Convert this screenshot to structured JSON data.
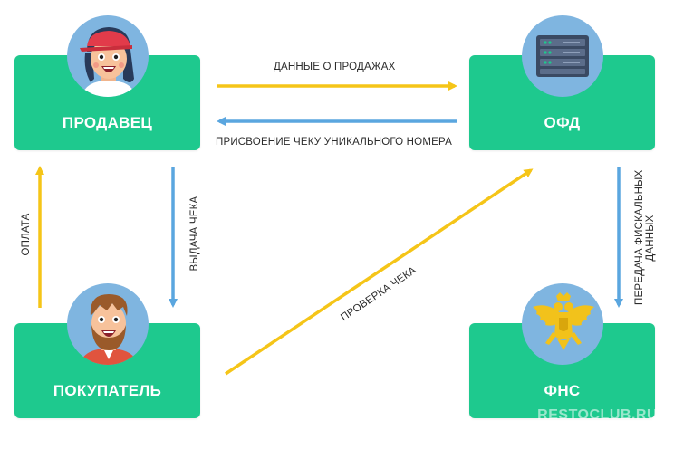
{
  "nodes": {
    "seller": "ПРОДАВЕЦ",
    "ofd": "ОФД",
    "buyer": "ПОКУПАТЕЛЬ",
    "fns": "ФНС"
  },
  "arrows": {
    "sales_data": "ДАННЫЕ О ПРОДАЖАХ",
    "assign_number": "ПРИСВОЕНИЕ ЧЕКУ УНИКАЛЬНОГО НОМЕРА",
    "payment": "ОПЛАТА",
    "receipt_issue": "ВЫДАЧА ЧЕКА",
    "receipt_check": "ПРОВЕРКА ЧЕКА",
    "fiscal_transfer_line1": "ПЕРЕДАЧА ФИСКАЛЬНЫХ",
    "fiscal_transfer_line2": "ДАННЫХ"
  },
  "watermark": "RESTOCLUB.RU",
  "colors": {
    "box": "#1ec98e",
    "arrow_yellow": "#f5c518",
    "arrow_blue": "#5aa6df",
    "avatar_bg": "#7fb5e0"
  },
  "icons": {
    "seller": "seller-avatar-icon",
    "ofd": "server-icon",
    "buyer": "buyer-avatar-icon",
    "fns": "coat-of-arms-icon"
  }
}
